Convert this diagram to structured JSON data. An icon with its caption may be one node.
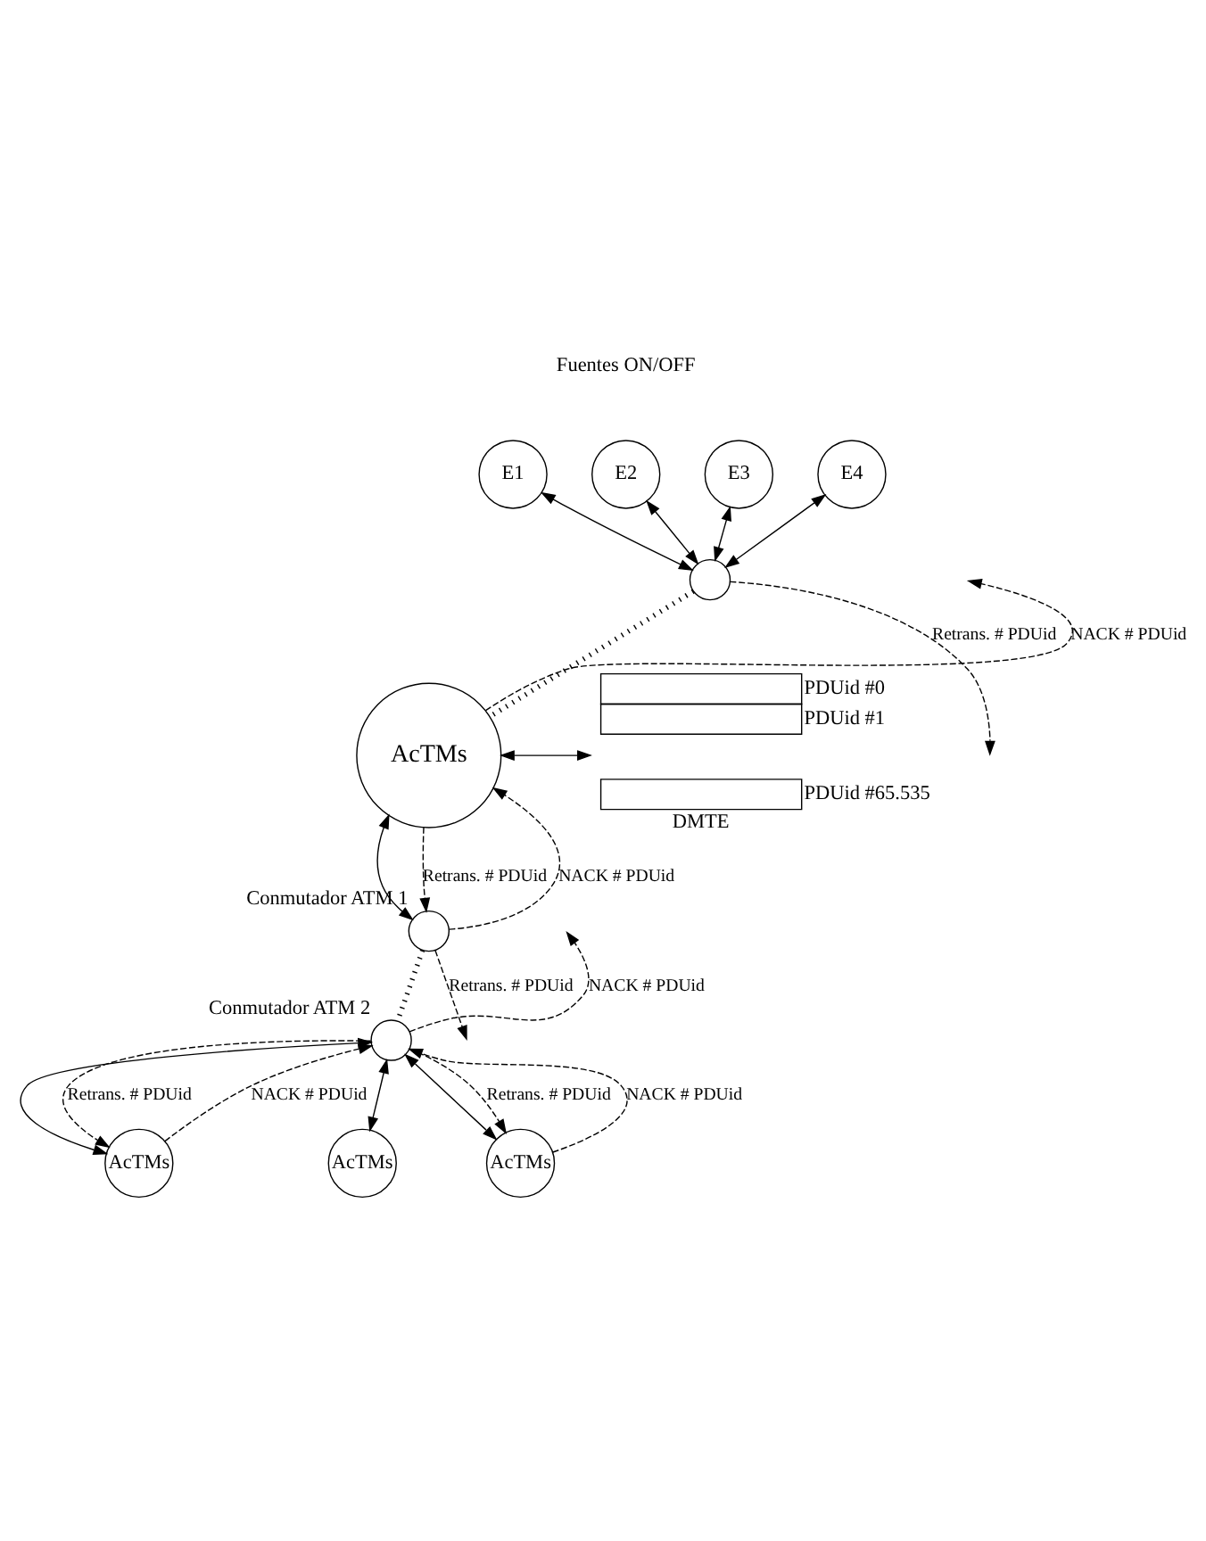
{
  "diagram": {
    "nodes": [
      {
        "text": [
          "E1"
        ]
      },
      {
        "text": [
          "E2"
        ]
      },
      {
        "text": [
          "E3"
        ]
      },
      {
        "text": [
          "E4"
        ]
      },
      {
        "text": [],
        "shape": "circle"
      },
      {
        "text": [
          "AcTMs"
        ]
      },
      {
        "text": [
          "DMTE"
        ],
        "beside": [
          "PDUid #0",
          "PDUid #1",
          "PDUid #65.535"
        ]
      },
      {
        "text": [],
        "shape": "circle",
        "beside": [
          "Conmutador ATM 1"
        ]
      },
      {
        "text": [],
        "shape": "circle",
        "beside": [
          "Conmutador ATM 2"
        ]
      },
      {
        "text": [
          "AcTMs"
        ]
      },
      {
        "text": [
          "AcTMs"
        ]
      },
      {
        "text": [
          "AcTMs"
        ]
      }
    ],
    "edges": [
      {
        "from": 0,
        "to": 4,
        "arrow": "both"
      },
      {
        "from": 1,
        "to": 4,
        "arrow": "both"
      },
      {
        "from": 2,
        "to": 4,
        "arrow": "both"
      },
      {
        "from": 3,
        "to": 4,
        "arrow": "both"
      },
      {
        "from": 4,
        "to": 5,
        "arrow": "none",
        "style": "dashed"
      },
      {
        "from": 4,
        "to": null,
        "arrow": "to",
        "style": "dashed",
        "label": "Retrans. # PDUid"
      },
      {
        "from": 5,
        "to": null,
        "arrow": "to",
        "style": "dashed",
        "label": "NACK # PDUid"
      },
      {
        "from": 5,
        "to": 6,
        "arrow": "both"
      },
      {
        "from": 5,
        "to": 7,
        "arrow": "both"
      },
      {
        "from": 5,
        "to": 7,
        "arrow": "to",
        "style": "dashed",
        "label": "Retrans. # PDUid"
      },
      {
        "from": 7,
        "to": 5,
        "arrow": "to",
        "style": "dashed",
        "label": "NACK # PDUid"
      },
      {
        "from": 7,
        "to": null,
        "arrow": "to",
        "style": "dashed",
        "label": "Retrans. # PDUid"
      },
      {
        "from": 7,
        "to": 8,
        "arrow": "none",
        "style": "dashed"
      },
      {
        "from": 8,
        "to": null,
        "arrow": "to",
        "style": "dashed",
        "label": "NACK # PDUid"
      },
      {
        "from": 8,
        "to": 9,
        "arrow": "both"
      },
      {
        "from": 8,
        "to": 10,
        "arrow": "both"
      },
      {
        "from": 8,
        "to": 11,
        "arrow": "both"
      },
      {
        "from": 8,
        "to": 9,
        "arrow": "to",
        "style": "dashed",
        "label": "Retrans. # PDUid"
      },
      {
        "from": 9,
        "to": 8,
        "arrow": "to",
        "style": "dashed",
        "label": "NACK # PDUid"
      },
      {
        "from": 8,
        "to": 11,
        "arrow": "to",
        "style": "dashed",
        "label": "Retrans. # PDUid"
      },
      {
        "from": 11,
        "to": 8,
        "arrow": "to",
        "style": "dashed",
        "label": "NACK # PDUid"
      }
    ],
    "labels": [
      "Fuentes ON/OFF"
    ]
  }
}
